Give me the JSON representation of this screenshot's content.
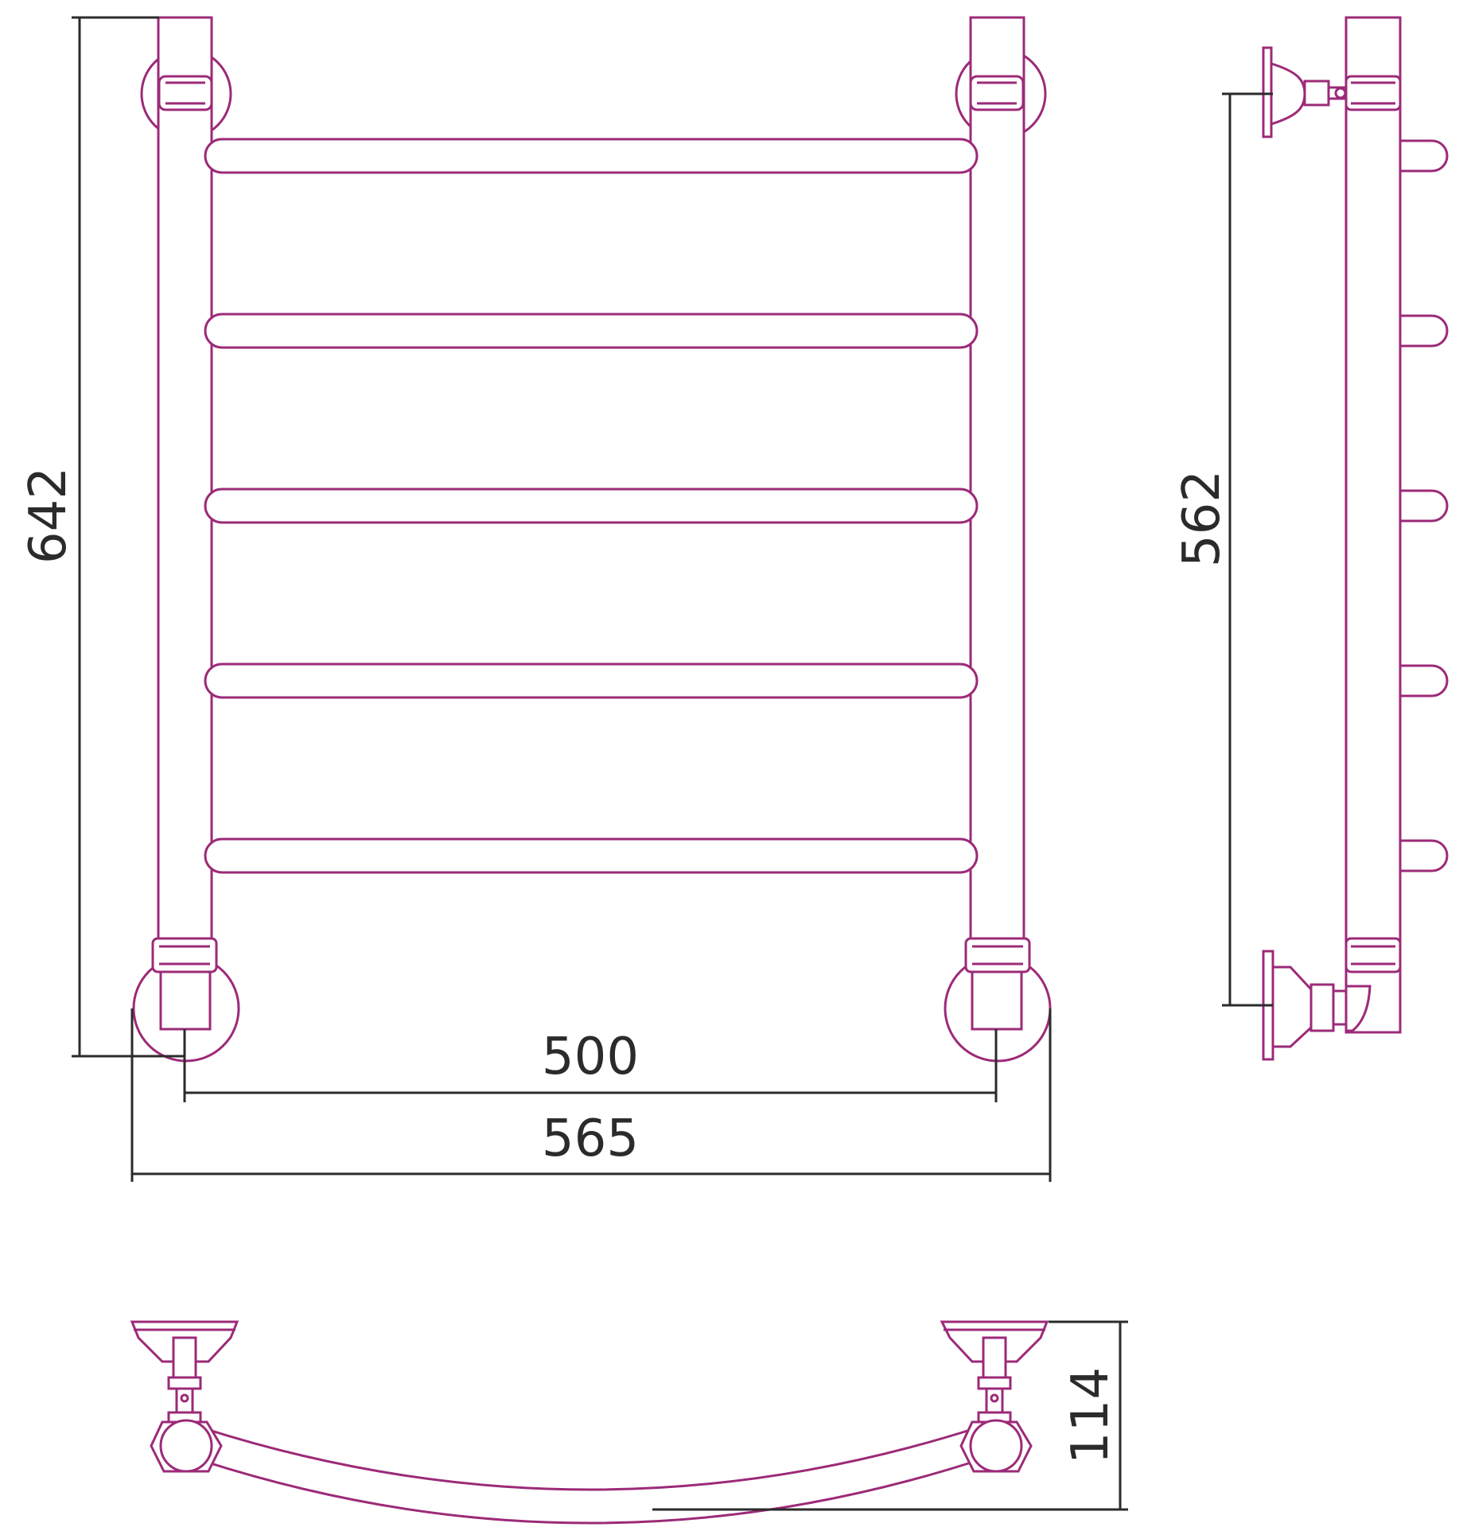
{
  "dimensions": {
    "overall_height": "642",
    "pipe_spacing": "500",
    "overall_width": "565",
    "mount_spacing": "562",
    "depth": "114"
  },
  "drawing": {
    "rail_count": 5,
    "rail_color": "#9c2a78",
    "dimension_line_color": "#2b2b2b",
    "background_color": "#ffffff"
  }
}
